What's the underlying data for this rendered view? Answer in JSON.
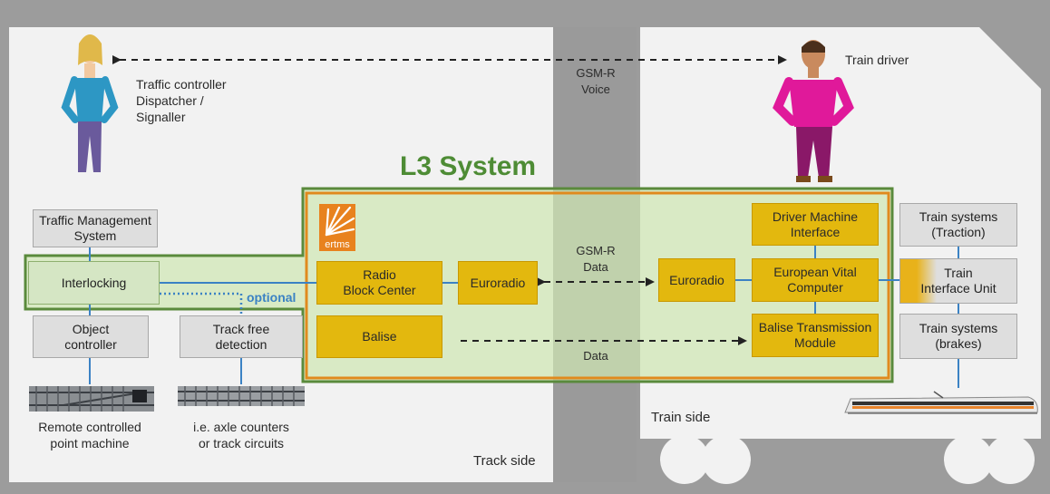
{
  "actors": {
    "traffic_controller": "Traffic controller\nDispatcher /\nSignaller",
    "train_driver": "Train driver"
  },
  "links": {
    "gsmr_voice": "GSM-R\nVoice",
    "gsmr_data": "GSM-R\nData",
    "data": "Data",
    "optional": "optional"
  },
  "system_title": "L3 System",
  "logo_text": "ertms",
  "track_side": {
    "label": "Track side",
    "traffic_management": "Traffic Management\nSystem",
    "interlocking": "Interlocking",
    "object_controller": "Object\ncontroller",
    "track_free_detection": "Track free\ndetection",
    "point_machine_caption": "Remote controlled\npoint machine",
    "axle_counter_caption": "i.e. axle counters\nor track circuits"
  },
  "ertms": {
    "rbc": "Radio\nBlock Center",
    "euroradio_track": "Euroradio",
    "balise": "Balise",
    "euroradio_train": "Euroradio",
    "dmi": "Driver Machine\nInterface",
    "evc": "European Vital\nComputer",
    "btm": "Balise Transmission\nModule"
  },
  "train_side": {
    "label": "Train side",
    "traction": "Train systems\n(Traction)",
    "tiu": "Train\nInterface Unit",
    "brakes": "Train systems\n(brakes)"
  },
  "colors": {
    "yellow": "#e3b80e",
    "green": "#5a8a3c",
    "orange": "#e08a1e",
    "blue": "#3b82c4",
    "gray_box": "#dedede"
  }
}
